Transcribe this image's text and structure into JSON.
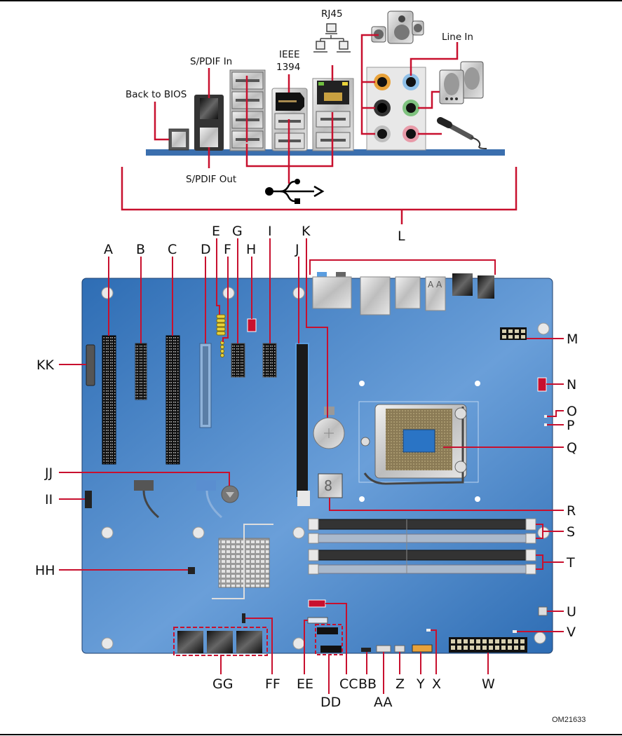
{
  "figure_id": "OM21633",
  "colors": {
    "board": "#2f6fb5",
    "board_light": "#6b9fd8",
    "callout": "#c8102e",
    "text": "#111111"
  },
  "back_panel": {
    "labels": {
      "back_to_bios": "Back to BIOS",
      "spdif_in": "S/PDIF In",
      "spdif_out": "S/PDIF Out",
      "ieee": "IEEE",
      "ieee_num": "1394",
      "rj45": "RJ45",
      "line_in": "Line In"
    },
    "icons": [
      "usb-icon",
      "network-icon",
      "speakers-icon",
      "microphone-icon"
    ],
    "audio_jack_colors": [
      "#e8a23a",
      "#8fc0e8",
      "#222222",
      "#7fc27f",
      "#b8b8b8",
      "#e89aa8"
    ]
  },
  "callouts": {
    "top": [
      "A",
      "B",
      "C",
      "D",
      "E",
      "F",
      "G",
      "H",
      "I",
      "J",
      "K",
      "L"
    ],
    "right": [
      "M",
      "N",
      "O",
      "P",
      "Q",
      "R",
      "S",
      "T",
      "U",
      "V"
    ],
    "bottom": [
      "W",
      "X",
      "Y",
      "Z",
      "AA",
      "BB",
      "CC",
      "DD",
      "EE",
      "FF",
      "GG"
    ],
    "left": [
      "HH",
      "II",
      "JJ",
      "KK"
    ]
  }
}
